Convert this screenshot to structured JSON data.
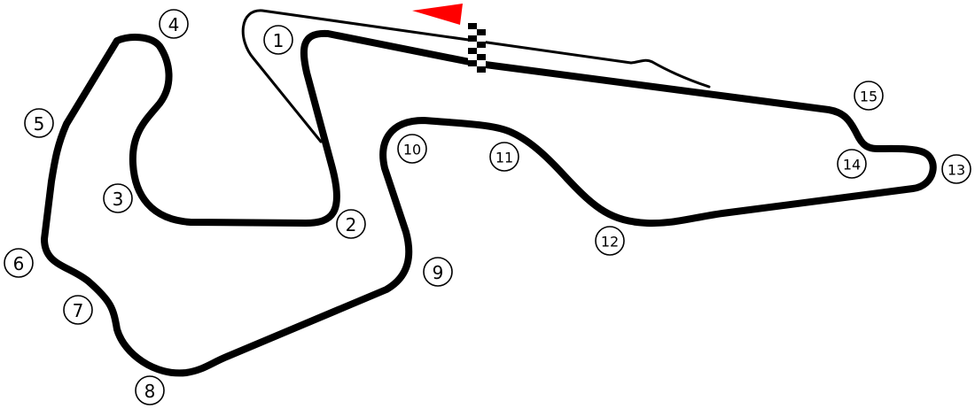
{
  "diagram": {
    "type": "race-circuit-layout",
    "colors": {
      "track": "#000000",
      "pit_lane": "#000000",
      "direction_arrow": "#ff0000",
      "finish_line_dark": "#000000",
      "finish_line_light": "#ffffff",
      "background": "#ffffff"
    },
    "direction_indicator": "arrow pointing left along main straight",
    "turns": [
      {
        "number": "1"
      },
      {
        "number": "2"
      },
      {
        "number": "3"
      },
      {
        "number": "4"
      },
      {
        "number": "5"
      },
      {
        "number": "6"
      },
      {
        "number": "7"
      },
      {
        "number": "8"
      },
      {
        "number": "9"
      },
      {
        "number": "10"
      },
      {
        "number": "11"
      },
      {
        "number": "12"
      },
      {
        "number": "13"
      },
      {
        "number": "14"
      },
      {
        "number": "15"
      }
    ]
  }
}
